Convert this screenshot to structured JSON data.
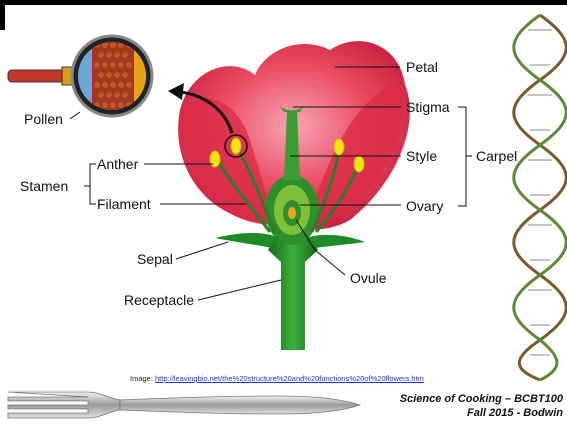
{
  "labels": {
    "petal": "Petal",
    "stigma": "Stigma",
    "style": "Style",
    "carpel": "Carpel",
    "ovary": "Ovary",
    "ovule": "Ovule",
    "anther": "Anther",
    "filament": "Filament",
    "stamen": "Stamen",
    "sepal": "Sepal",
    "receptacle": "Receptacle",
    "pollen": "Pollen"
  },
  "caption": {
    "prefix": "Image: ",
    "url": "http://leavingbio.net/the%20structure%20and%20functions%20of%20flowers.htm"
  },
  "footer": {
    "course": "Science of Cooking – BCBT100",
    "term": "Fall 2015 - Bodwin"
  },
  "colors": {
    "petal": "#e8344f",
    "stem": "#1f8a2a",
    "anther": "#f3e313",
    "frame": "#000000"
  },
  "icons": [
    "magnifier-icon",
    "fork-icon",
    "dna-helix-icon",
    "arrow-icon"
  ]
}
